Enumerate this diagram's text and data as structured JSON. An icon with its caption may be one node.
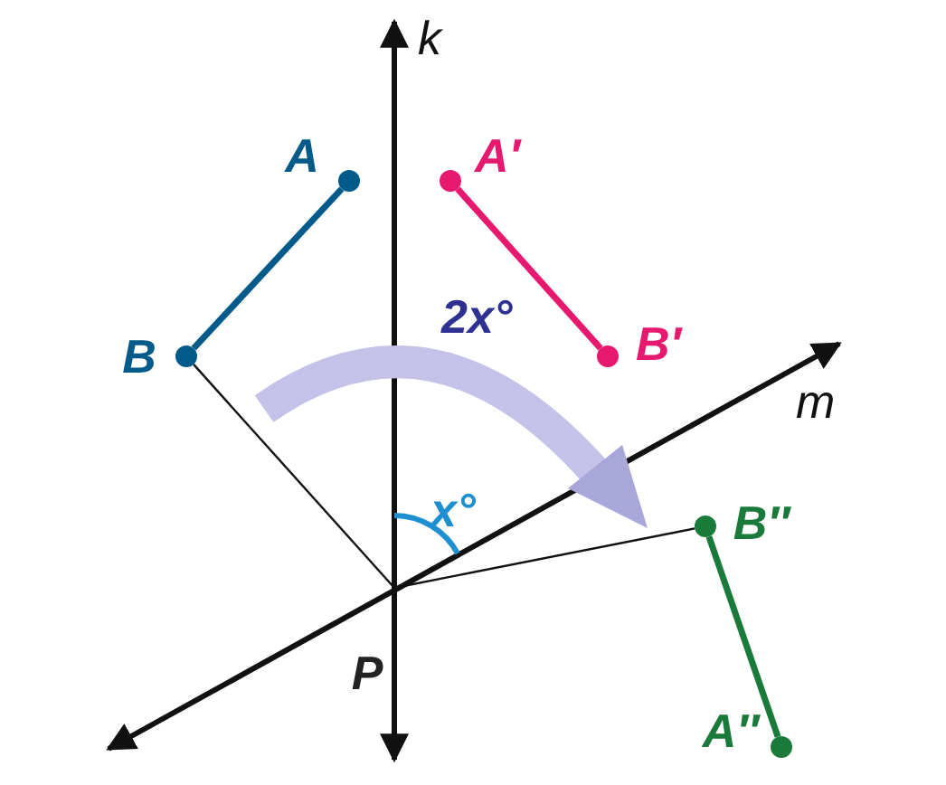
{
  "diagram": {
    "nodes": [
      {
        "text": [
          "A"
        ]
      },
      {
        "text": [
          "A′"
        ]
      },
      {
        "text": [
          "B"
        ]
      },
      {
        "text": [
          "B′"
        ]
      },
      {
        "text": [
          "B″"
        ]
      },
      {
        "text": [
          "P"
        ]
      },
      {
        "text": [
          "A″"
        ]
      }
    ],
    "edges": [
      {
        "from": 0,
        "to": 2,
        "arrow": "none",
        "color": "#005b8a"
      },
      {
        "from": 1,
        "to": 3,
        "arrow": "none",
        "color": "#e6196e"
      },
      {
        "from": 2,
        "to": 5,
        "arrow": "none"
      },
      {
        "from": 5,
        "to": 4,
        "arrow": "none"
      },
      {
        "from": 4,
        "to": 6,
        "arrow": "none",
        "color": "#1a7a3a"
      }
    ],
    "labels": [
      "k",
      "2x°",
      "m",
      "x°"
    ]
  }
}
